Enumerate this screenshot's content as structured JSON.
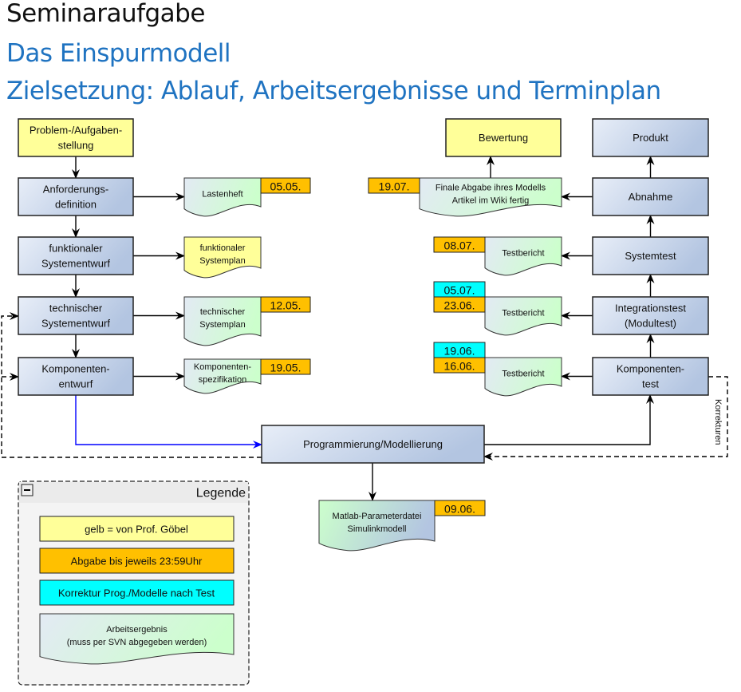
{
  "header": {
    "title": "Seminaraufgabe",
    "subtitle": "Das Einspurmodell",
    "goal": "Zielsetzung: Ablauf, Arbeitsergebnisse und Terminplan"
  },
  "colors": {
    "yellow": "#ffff99",
    "orange": "#ffc000",
    "cyan": "#00ffff",
    "process_start": "#e6ecf6",
    "process_end": "#b4c6e2",
    "doc_green": "#ccffcc",
    "title_blue": "#1f73c1",
    "blue_arrow": "#0000ff"
  },
  "left_chain": [
    {
      "id": "problem",
      "lines": [
        "Problem-/Aufgaben-",
        "stellung"
      ],
      "style": "yellow"
    },
    {
      "id": "anforderung",
      "lines": [
        "Anforderungs-",
        "definition"
      ],
      "style": "process"
    },
    {
      "id": "funktional",
      "lines": [
        "funktionaler",
        "Systementwurf"
      ],
      "style": "process"
    },
    {
      "id": "technisch",
      "lines": [
        "technischer",
        "Systementwurf"
      ],
      "style": "process"
    },
    {
      "id": "komponentenentwurf",
      "lines": [
        "Komponenten-",
        "entwurf"
      ],
      "style": "process"
    }
  ],
  "left_docs": [
    {
      "id": "lastenheft",
      "lines": [
        "Lastenheft"
      ],
      "style": "doc",
      "dates": [
        {
          "text": "05.05.",
          "color": "orange"
        }
      ]
    },
    {
      "id": "funktionaler-systemplan",
      "lines": [
        "funktionaler",
        "Systemplan"
      ],
      "style": "yellow",
      "dates": []
    },
    {
      "id": "technischer-systemplan",
      "lines": [
        "technischer",
        "Systemplan"
      ],
      "style": "doc",
      "dates": [
        {
          "text": "12.05.",
          "color": "orange"
        }
      ]
    },
    {
      "id": "komponentenspezifikation",
      "lines": [
        "Komponenten-",
        "spezifikation"
      ],
      "style": "doc",
      "dates": [
        {
          "text": "19.05.",
          "color": "orange"
        }
      ]
    }
  ],
  "right_chain": [
    {
      "id": "produkt",
      "lines": [
        "Produkt"
      ],
      "style": "process"
    },
    {
      "id": "abnahme",
      "lines": [
        "Abnahme"
      ],
      "style": "process"
    },
    {
      "id": "systemtest",
      "lines": [
        "Systemtest"
      ],
      "style": "process"
    },
    {
      "id": "integrationstest",
      "lines": [
        "Integrationstest",
        "(Modultest)"
      ],
      "style": "process"
    },
    {
      "id": "komponententest",
      "lines": [
        "Komponenten-",
        "test"
      ],
      "style": "process"
    }
  ],
  "bewertung": {
    "lines": [
      "Bewertung"
    ],
    "style": "yellow"
  },
  "right_docs": [
    {
      "id": "finale-abgabe",
      "lines": [
        "Finale Abgabe ihres Modells",
        "Artikel im Wiki fertig"
      ],
      "dates": [
        {
          "text": "19.07.",
          "color": "orange"
        }
      ]
    },
    {
      "id": "testbericht-system",
      "lines": [
        "Testbericht"
      ],
      "dates": [
        {
          "text": "08.07.",
          "color": "orange"
        }
      ]
    },
    {
      "id": "testbericht-integration",
      "lines": [
        "Testbericht"
      ],
      "dates": [
        {
          "text": "05.07.",
          "color": "cyan"
        },
        {
          "text": "23.06.",
          "color": "orange"
        }
      ]
    },
    {
      "id": "testbericht-komponente",
      "lines": [
        "Testbericht"
      ],
      "dates": [
        {
          "text": "19.06.",
          "color": "cyan"
        },
        {
          "text": "16.06.",
          "color": "orange"
        }
      ]
    }
  ],
  "programmierung": {
    "lines": [
      "Programmierung/Modellierung"
    ]
  },
  "matlab_doc": {
    "lines": [
      "Matlab-Parameterdatei",
      "Simulinkmodell"
    ],
    "dates": [
      {
        "text": "09.06.",
        "color": "orange"
      }
    ]
  },
  "korrekturen_label": "Korrekturen",
  "legend": {
    "title": "Legende",
    "collapse_symbol": "−",
    "items": [
      {
        "text": "gelb = von Prof. Göbel",
        "color": "yellow"
      },
      {
        "text": "Abgabe bis jeweils 23:59Uhr",
        "color": "orange"
      },
      {
        "text": "Korrektur Prog./Modelle nach Test",
        "color": "cyan"
      }
    ],
    "doc_item": {
      "lines": [
        "Arbeitsergebnis",
        "(muss per SVN abgegeben werden)"
      ]
    }
  }
}
